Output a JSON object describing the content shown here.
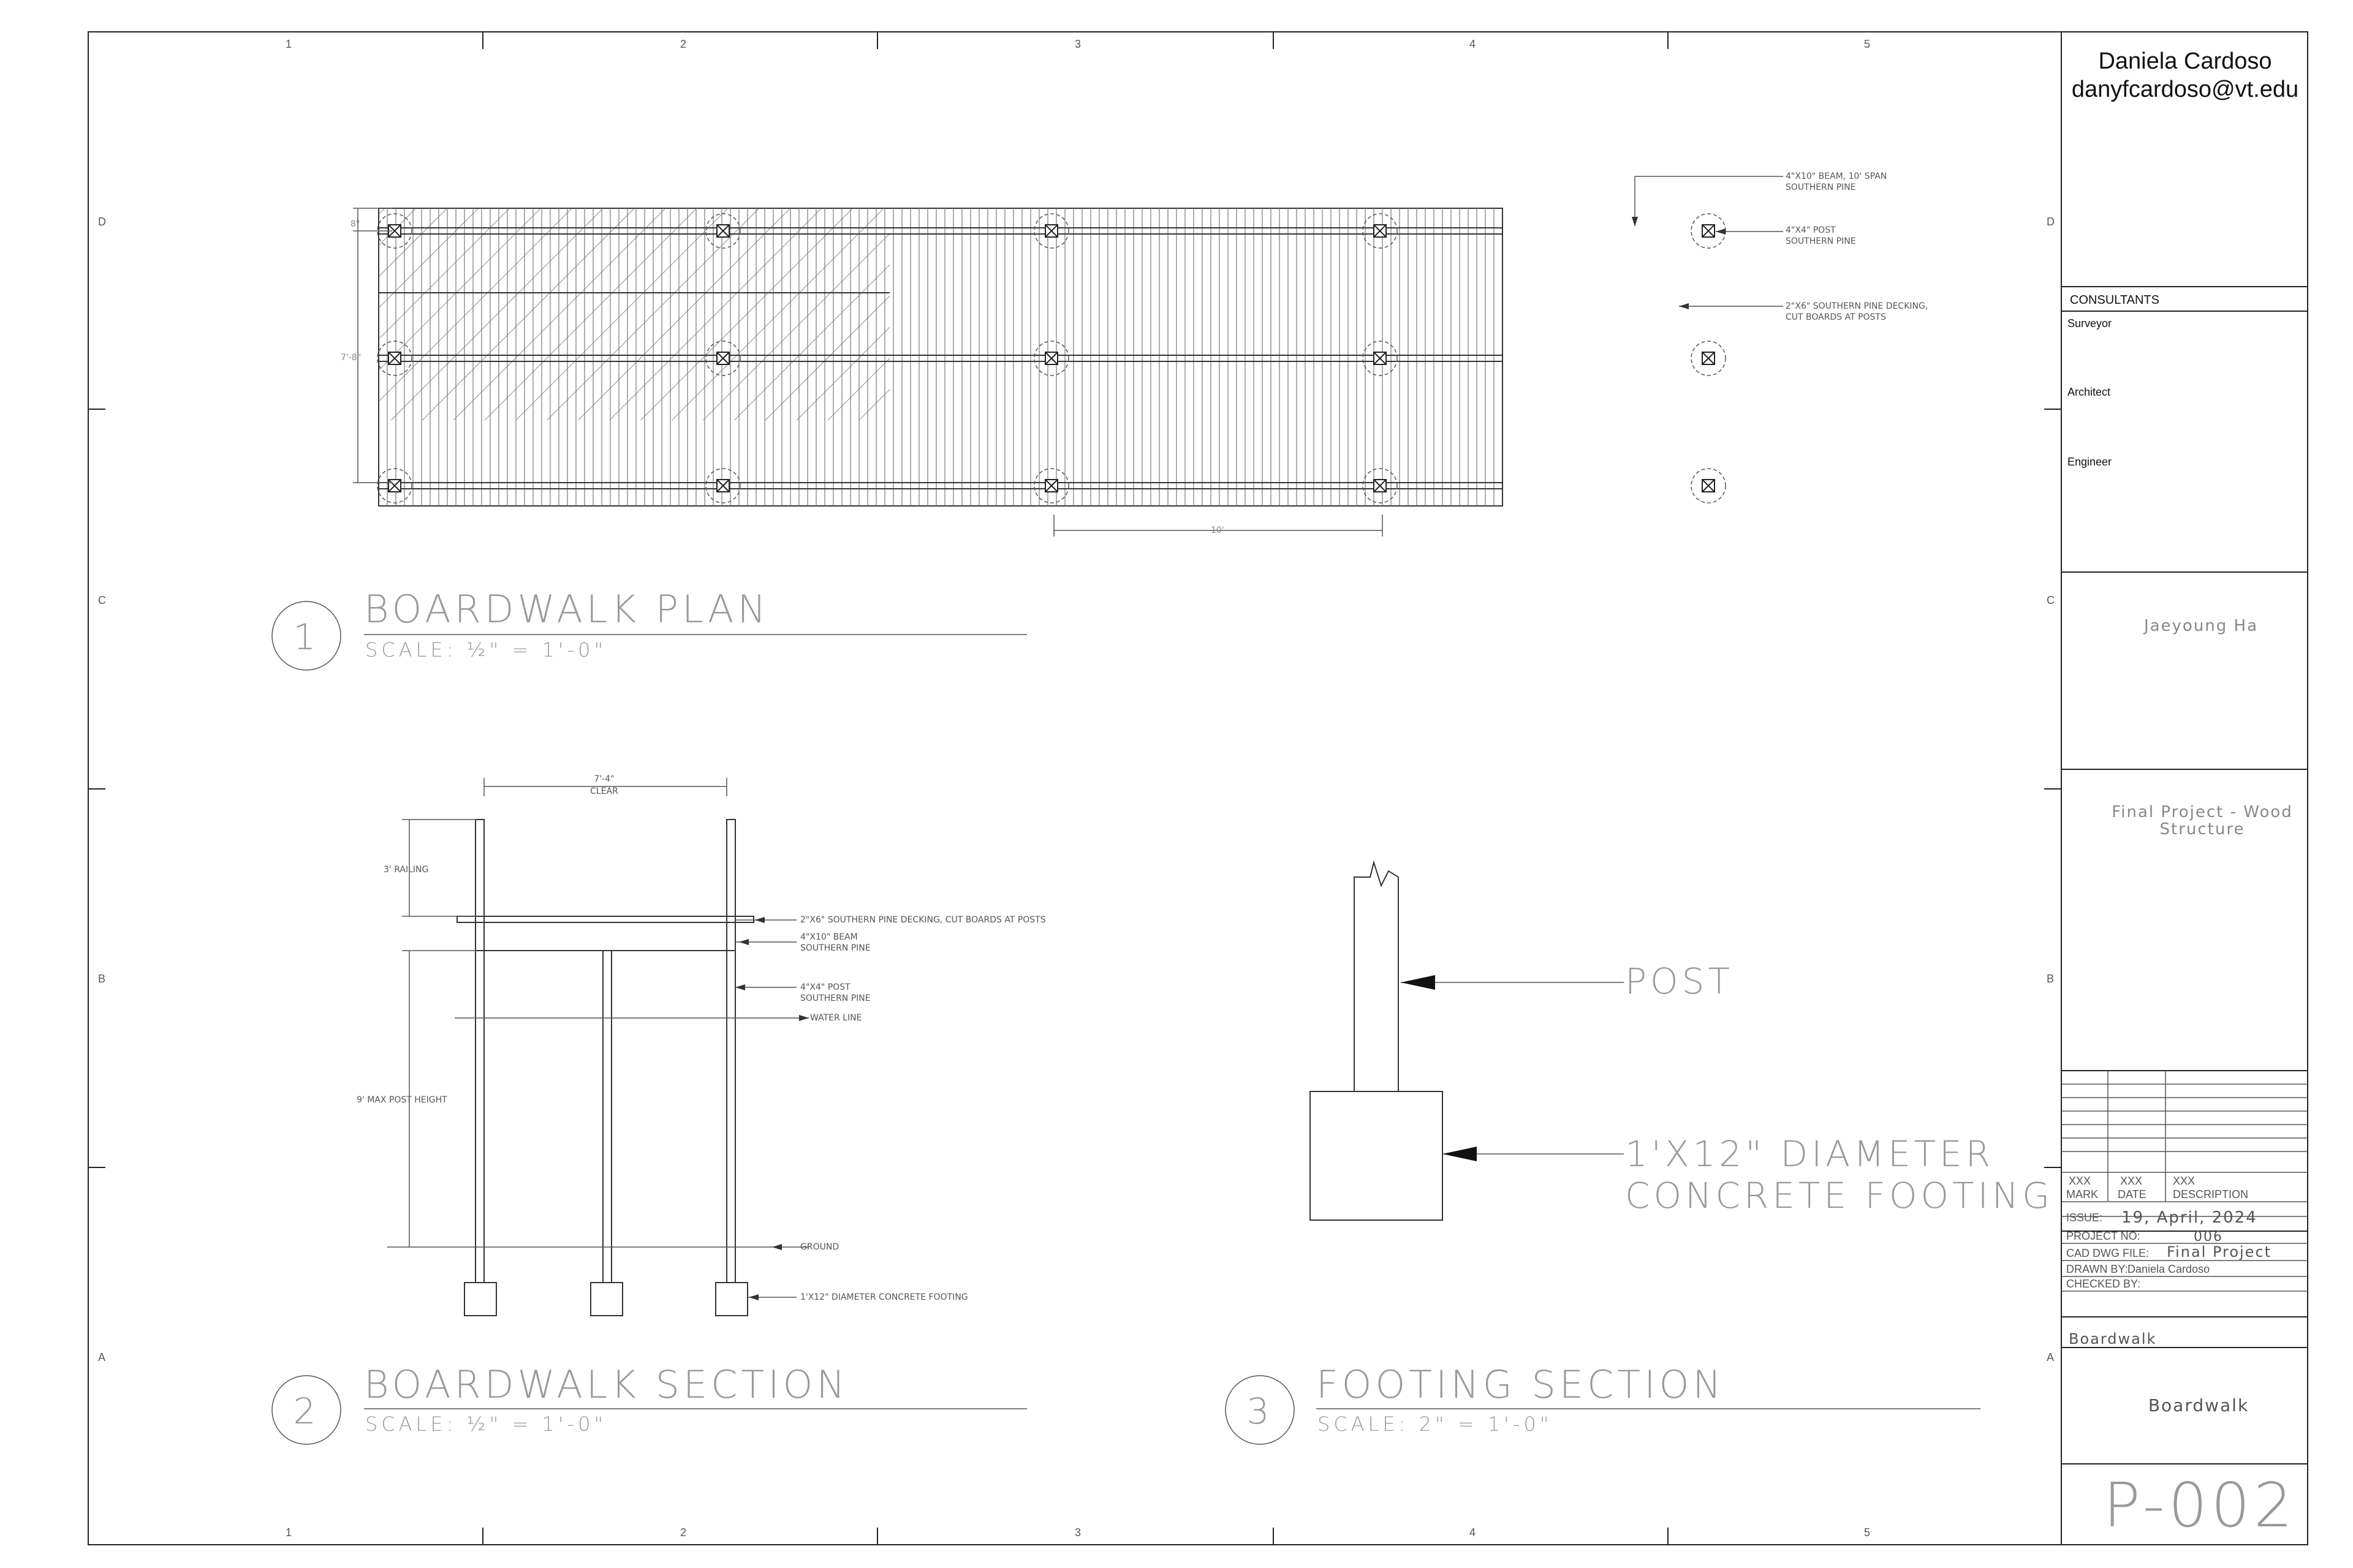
{
  "grid_labels": {
    "columns": [
      "1",
      "2",
      "3",
      "4",
      "5"
    ],
    "rows": [
      "D",
      "C",
      "B",
      "A"
    ]
  },
  "title_block": {
    "author_name": "Daniela Cardoso",
    "author_email": "danyfcardoso@vt.edu",
    "consultants_header": "CONSULTANTS",
    "consultants": [
      "Surveyor",
      "Architect",
      "Engineer"
    ],
    "client": "Jaeyoung Ha",
    "project_title_line1": "Final Project - Wood",
    "project_title_line2": "Structure",
    "revision_row": {
      "mark": "XXX",
      "date": "XXX",
      "description": "XXX"
    },
    "revision_headers": {
      "mark": "MARK",
      "date": "DATE",
      "description": "DESCRIPTION"
    },
    "issue_label": "ISSUE:",
    "issue_value": "19, April, 2024",
    "project_no_label": "PROJECT NO:",
    "project_no_value": "006",
    "cad_file_label": "CAD DWG FILE:",
    "cad_file_value": "Final Project",
    "drawn_by_label": "DRAWN BY:",
    "drawn_by_value": "Daniela Cardoso",
    "checked_by_label": "CHECKED BY:",
    "sheet_subtitle": "Boardwalk",
    "sheet_title": "Boardwalk",
    "sheet_number": "P-002"
  },
  "plan": {
    "number": "1",
    "title": "BOARDWALK PLAN",
    "scale": "SCALE: ½\" = 1'-0\"",
    "dim_width": "7'-8\"",
    "dim_top": "8\"",
    "dim_span": "10'",
    "note_beam_1": "4\"X10\" BEAM, 10' SPAN",
    "note_beam_2": "SOUTHERN PINE",
    "note_post_1": "4\"X4\" POST",
    "note_post_2": "SOUTHERN PINE",
    "note_deck_1": "2\"X6\" SOUTHERN PINE DECKING,",
    "note_deck_2": "CUT BOARDS AT POSTS"
  },
  "section": {
    "number": "2",
    "title": "BOARDWALK SECTION",
    "scale": "SCALE: ½\" = 1'-0\"",
    "dim_clear_1": "7'-4\"",
    "dim_clear_2": "CLEAR",
    "railing": "3' RAILING",
    "max_post": "9' MAX POST HEIGHT",
    "note_deck": "2\"X6\" SOUTHERN PINE DECKING, CUT BOARDS AT POSTS",
    "note_beam_1": "4\"X10\" BEAM",
    "note_beam_2": "SOUTHERN PINE",
    "note_post_1": "4\"X4\" POST",
    "note_post_2": "SOUTHERN PINE",
    "note_water": "WATER LINE",
    "note_ground": "GROUND",
    "note_footing": "1'X12\" DIAMETER CONCRETE FOOTING"
  },
  "footing": {
    "number": "3",
    "title": "FOOTING SECTION",
    "scale": "SCALE: 2\" = 1'-0\"",
    "label_post": "POST",
    "label_footing_1": "1'X12\" DIAMETER",
    "label_footing_2": "CONCRETE FOOTING"
  }
}
